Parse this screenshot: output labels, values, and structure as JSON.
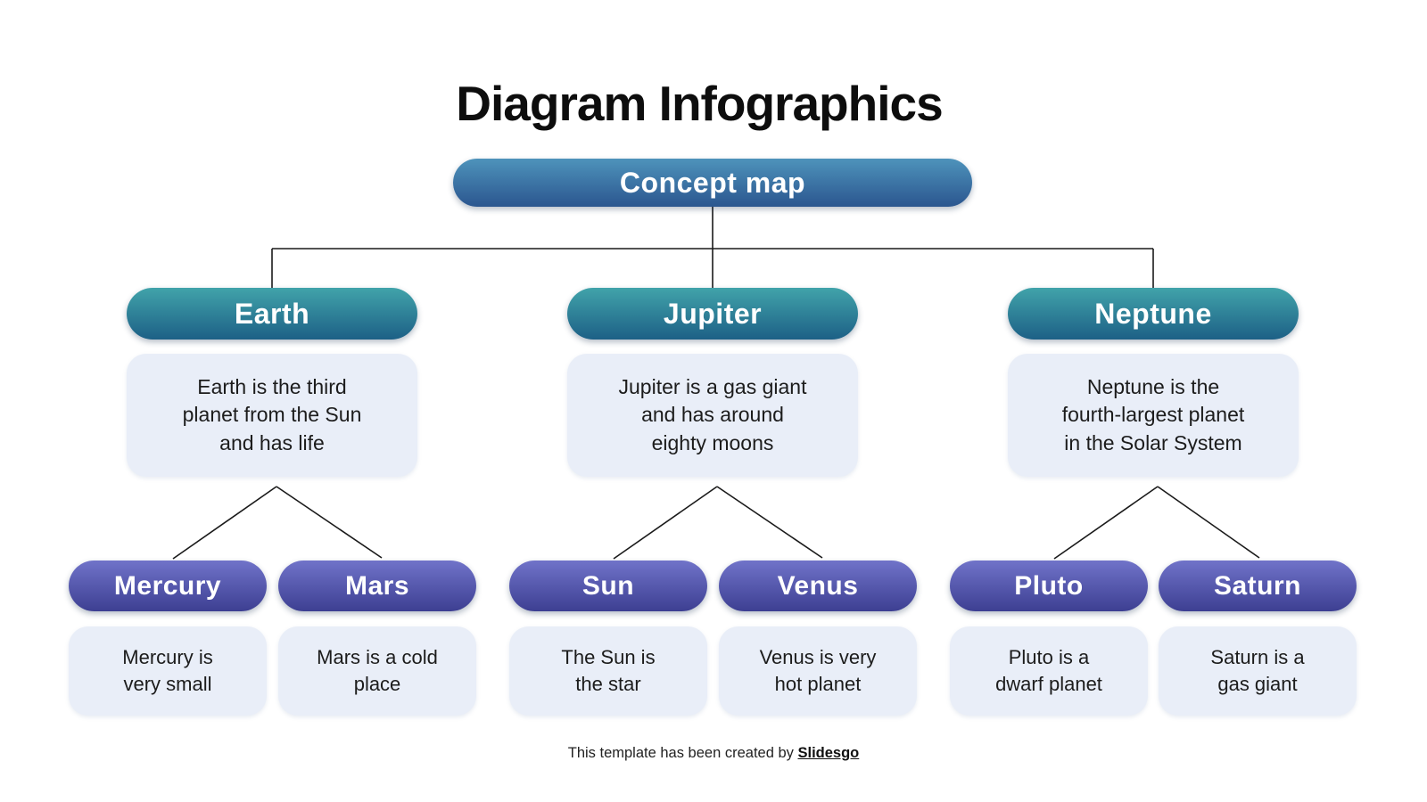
{
  "title": "Diagram Infographics",
  "root": {
    "label": "Concept map"
  },
  "branches": [
    {
      "label": "Earth",
      "description": "Earth is the third\nplanet from the Sun\nand has life",
      "children": [
        {
          "label": "Mercury",
          "description": "Mercury is\nvery small"
        },
        {
          "label": "Mars",
          "description": "Mars is a cold\nplace"
        }
      ]
    },
    {
      "label": "Jupiter",
      "description": "Jupiter is a gas giant\nand has around\neighty moons",
      "children": [
        {
          "label": "Sun",
          "description": "The Sun is\nthe star"
        },
        {
          "label": "Venus",
          "description": "Venus is very\nhot planet"
        }
      ]
    },
    {
      "label": "Neptune",
      "description": "Neptune is the\nfourth-largest planet\nin the Solar System",
      "children": [
        {
          "label": "Pluto",
          "description": "Pluto is a\ndwarf planet"
        },
        {
          "label": "Saturn",
          "description": "Saturn is a\ngas giant"
        }
      ]
    }
  ],
  "footer": {
    "prefix": "This template has been created by ",
    "link_label": "Slidesgo"
  },
  "colors": {
    "root_gradient_top": "#4E93BB",
    "root_gradient_bottom": "#2B568F",
    "branch_gradient_top": "#41A3AA",
    "branch_gradient_bottom": "#1D6086",
    "child_gradient_top": "#7073C9",
    "child_gradient_bottom": "#3D3F92",
    "description_bg": "#E9EEF8",
    "connector": "#1A1A1A",
    "background": "#FFFFFF"
  }
}
